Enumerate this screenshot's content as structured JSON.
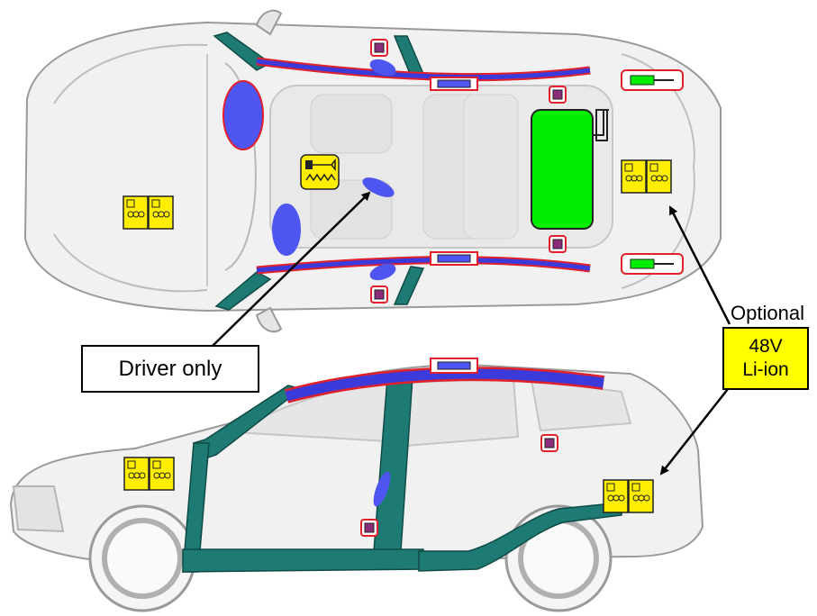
{
  "callouts": {
    "driver_only": "Driver only",
    "optional": "Optional",
    "battery_line1": "48V",
    "battery_line2": "Li-ion"
  },
  "colors": {
    "reinforcement": "#1e7b74",
    "side_curtain": "#3b3bdb",
    "airbag": "#4f55f0",
    "hv_battery": "#00ee00",
    "module_yellow": "#ffee00",
    "sensor_purple": "#8a2d7a",
    "outline_red": "#e0202a",
    "background": "#ffffff"
  },
  "legend_icons": [
    "airbag-icon",
    "side-curtain-airbag-icon",
    "inflator-icon",
    "sensor-icon",
    "seatbelt-pretensioner-icon",
    "ecu-module-icon",
    "high-voltage-battery-icon",
    "reinforcement-beam"
  ]
}
